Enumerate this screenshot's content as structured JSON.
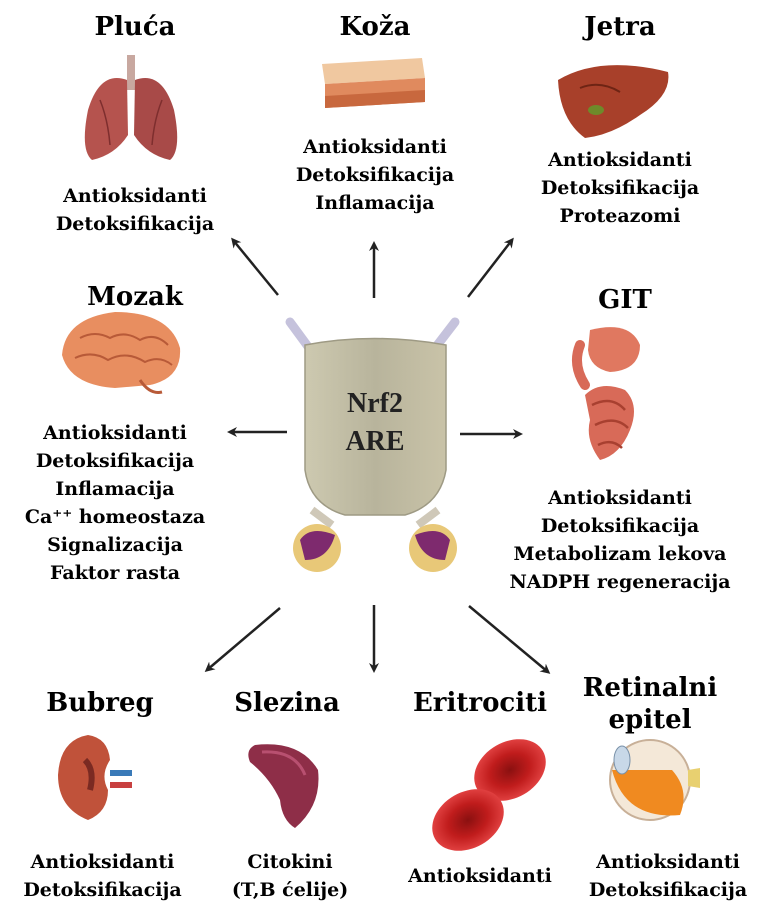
{
  "center": {
    "line1": "Nrf2",
    "line2": "ARE"
  },
  "organs": {
    "pluca": {
      "title": "Pluća",
      "functions": [
        "Antioksidanti",
        "Detoksifikacija"
      ]
    },
    "koza": {
      "title": "Koža",
      "functions": [
        "Antioksidanti",
        "Detoksifikacija",
        "Inflamacija"
      ]
    },
    "jetra": {
      "title": "Jetra",
      "functions": [
        "Antioksidanti",
        "Detoksifikacija",
        "Proteazomi"
      ]
    },
    "mozak": {
      "title": "Mozak",
      "functions": [
        "Antioksidanti",
        "Detoksifikacija",
        "Inflamacija",
        "Ca⁺⁺ homeostaza",
        "Signalizacija",
        "Faktor rasta"
      ]
    },
    "git": {
      "title": "GIT",
      "functions": [
        "Antioksidanti",
        "Detoksifikacija",
        "Metabolizam lekova",
        "NADPH regeneracija"
      ]
    },
    "bubreg": {
      "title": "Bubreg",
      "functions": [
        "Antioksidanti",
        "Detoksifikacija"
      ]
    },
    "slezina": {
      "title": "Slezina",
      "functions": [
        "Citokini",
        "(T,B ćelije)"
      ]
    },
    "eritrociti": {
      "title": "Eritrociti",
      "functions": [
        "Antioksidanti"
      ]
    },
    "retinalni": {
      "title_line1": "Retinalni",
      "title_line2": "epitel",
      "functions": [
        "Antioksidanti",
        "Detoksifikacija"
      ]
    }
  },
  "colors": {
    "lung": "#b5534e",
    "skin": "#e8a070",
    "liver": "#a8402a",
    "brain": "#e88e60",
    "git": "#e07860",
    "kidney": "#c0523a",
    "spleen": "#8e2e48",
    "rbc": "#d02a26",
    "eye": "#f08a20",
    "shield": "#bdb9a2",
    "hook": "#b04a7a",
    "arrow": "#222222"
  }
}
